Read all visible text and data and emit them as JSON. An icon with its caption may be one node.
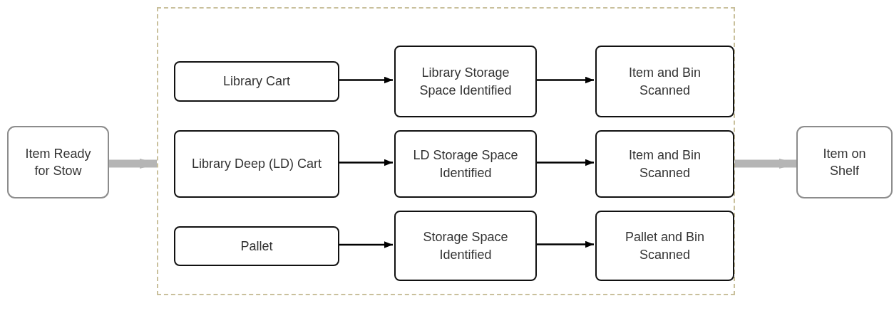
{
  "diagram": {
    "nodes": [
      {
        "text": [
          "Item Ready for Stow"
        ]
      },
      {
        "text": [],
        "shape": "box"
      },
      {
        "text": [
          "Library Cart"
        ],
        "in": 1
      },
      {
        "text": [
          "Library Storage Space Identified"
        ],
        "in": 1
      },
      {
        "text": [
          "Item and Bin Scanned"
        ],
        "in": 1
      },
      {
        "text": [
          "Library Deep (LD) Cart"
        ],
        "in": 1
      },
      {
        "text": [
          "LD Storage Space Identified"
        ],
        "in": 1
      },
      {
        "text": [
          "Item and Bin Scanned"
        ],
        "in": 1
      },
      {
        "text": [
          "Pallet"
        ],
        "in": 1
      },
      {
        "text": [
          "Storage Space Identified"
        ],
        "in": 1
      },
      {
        "text": [
          "Pallet and Bin Scanned"
        ],
        "in": 1
      },
      {
        "text": [
          "Item on Shelf"
        ]
      }
    ],
    "edges": [
      {
        "from": 0,
        "to": 1,
        "arrow": "to",
        "style": "thick",
        "color": "#b5b5b5"
      },
      {
        "from": 2,
        "to": 3,
        "arrow": "to"
      },
      {
        "from": 3,
        "to": 4,
        "arrow": "to"
      },
      {
        "from": 5,
        "to": 6,
        "arrow": "to"
      },
      {
        "from": 6,
        "to": 7,
        "arrow": "to"
      },
      {
        "from": 8,
        "to": 9,
        "arrow": "to"
      },
      {
        "from": 9,
        "to": 10,
        "arrow": "to"
      },
      {
        "from": 1,
        "to": 11,
        "arrow": "to",
        "style": "thick",
        "color": "#b5b5b5"
      }
    ]
  }
}
